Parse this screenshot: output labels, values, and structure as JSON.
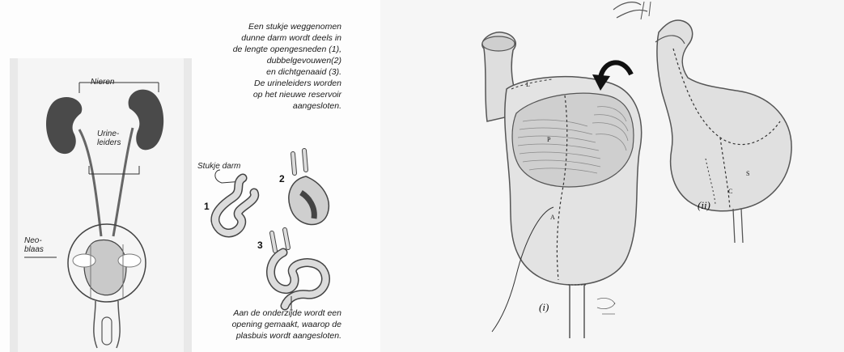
{
  "left": {
    "caption_top": [
      "Een stukje weggenomen",
      "dunne darm wordt deels in",
      "de lengte opengesneden (1),",
      "dubbelgevouwen(2)",
      "en dichtgenaaid (3).",
      "De urineleiders worden",
      "op het nieuwe reservoir",
      "aangesloten."
    ],
    "caption_bottom": [
      "Aan de onderzijde wordt een",
      "opening gemaakt, waarop de",
      "plasbuis wordt aangesloten."
    ],
    "label_kidneys": "Nieren",
    "label_ureters_1": "Urine-",
    "label_ureters_2": "leiders",
    "label_neobladder_1": "Neo-",
    "label_neobladder_2": "blaas",
    "label_bowel_piece": "Stukje darm",
    "step_1": "1",
    "step_2": "2",
    "step_3": "3"
  },
  "right": {
    "label_i": "(i)",
    "label_ii": "(ii)",
    "letter_L": "L",
    "letter_P": "P",
    "letter_A": "A",
    "letter_S": "S",
    "letter_C": "C"
  },
  "colors": {
    "kidney": "#4a4a4a",
    "line": "#333333",
    "sketch": "#555555"
  }
}
